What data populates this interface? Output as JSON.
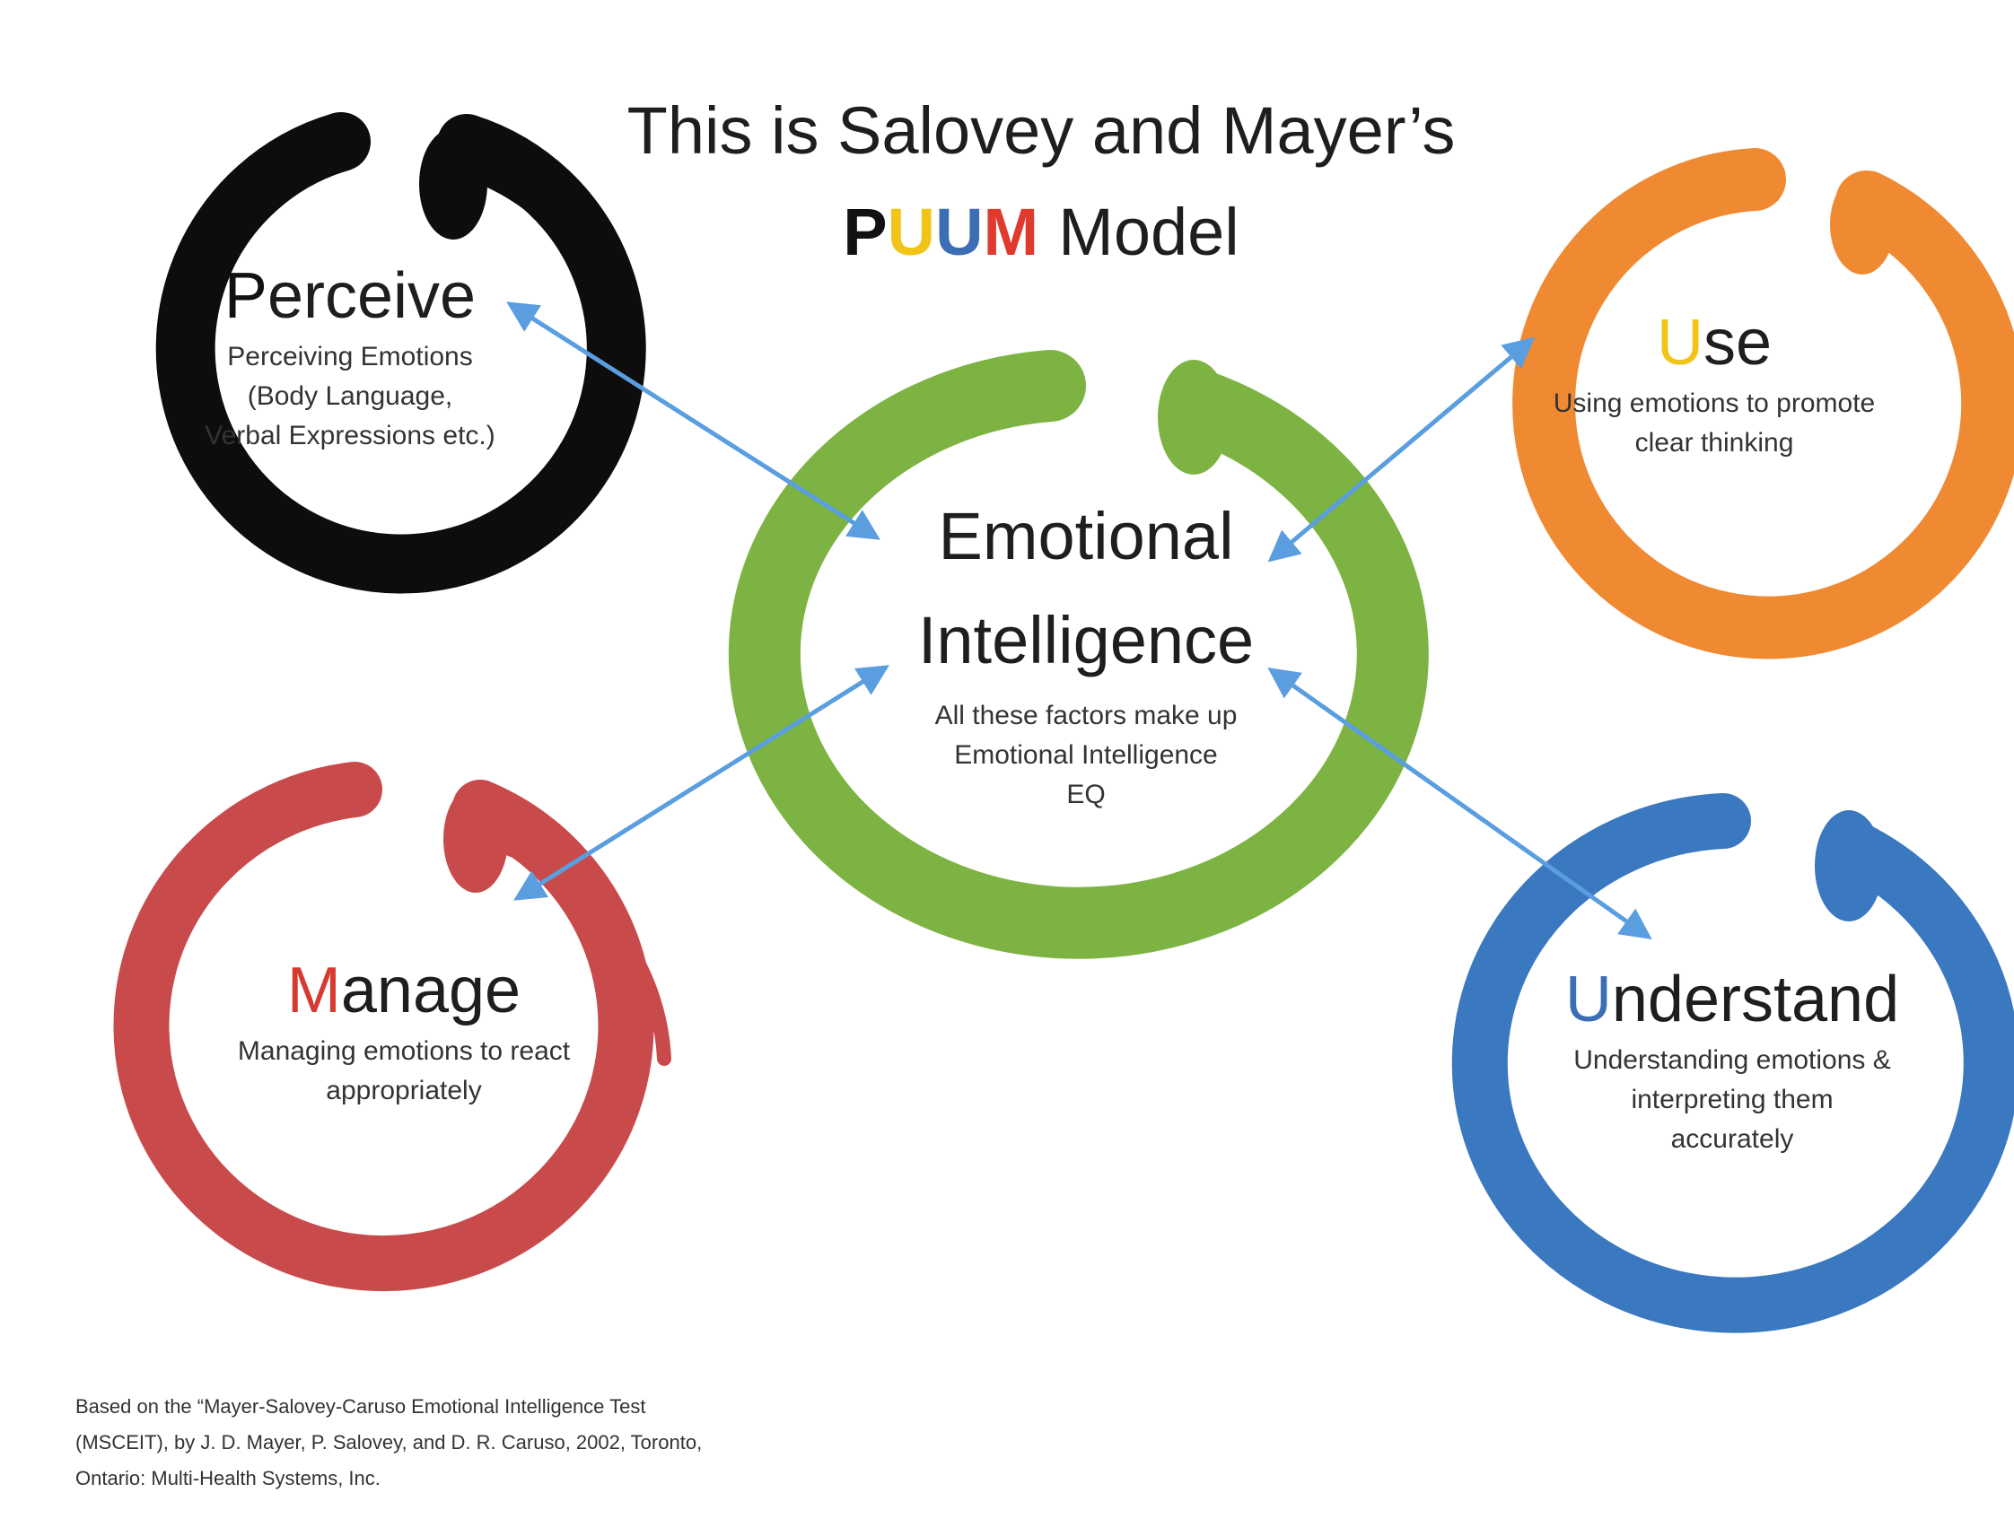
{
  "title": {
    "line1": "This is Salovey and Mayer’s",
    "acronym": [
      {
        "letter": "P",
        "color": "#111111"
      },
      {
        "letter": "U",
        "color": "#f2c418"
      },
      {
        "letter": "U",
        "color": "#3b6eb5"
      },
      {
        "letter": "M",
        "color": "#e03a2e"
      }
    ],
    "line2_rest": "Model"
  },
  "center": {
    "heading_line1": "Emotional",
    "heading_line2": "Intelligence",
    "desc": [
      "All these factors make up",
      "Emotional Intelligence",
      "EQ"
    ],
    "ring_color": "#7cb342"
  },
  "nodes": {
    "perceive": {
      "first_letter": "P",
      "first_letter_color": "#111111",
      "rest": "erceive",
      "desc": [
        "Perceiving Emotions",
        "(Body Language,",
        "Verbal Expressions etc.)"
      ],
      "ring_color": "#0d0d0d"
    },
    "use": {
      "first_letter": "U",
      "first_letter_color": "#f2c418",
      "rest": "se",
      "desc": [
        "Using  emotions to promote",
        "clear thinking"
      ],
      "ring_color": "#ef8a33"
    },
    "manage": {
      "first_letter": "M",
      "first_letter_color": "#d63a30",
      "rest": "anage",
      "desc": [
        "Managing emotions to react",
        "appropriately"
      ],
      "ring_color": "#c84a4a"
    },
    "understand": {
      "first_letter": "U",
      "first_letter_color": "#3b6eb5",
      "rest": "nderstand",
      "desc": [
        "Understanding emotions &",
        "interpreting them",
        "accurately"
      ],
      "ring_color": "#3a78c0"
    }
  },
  "arrow_color": "#5a9ee0",
  "footer": [
    "Based on the “Mayer-Salovey-Caruso Emotional Intelligence Test",
    "(MSCEIT), by J. D. Mayer, P. Salovey, and D. R. Caruso, 2002, Toronto,",
    "Ontario: Multi-Health Systems, Inc."
  ]
}
